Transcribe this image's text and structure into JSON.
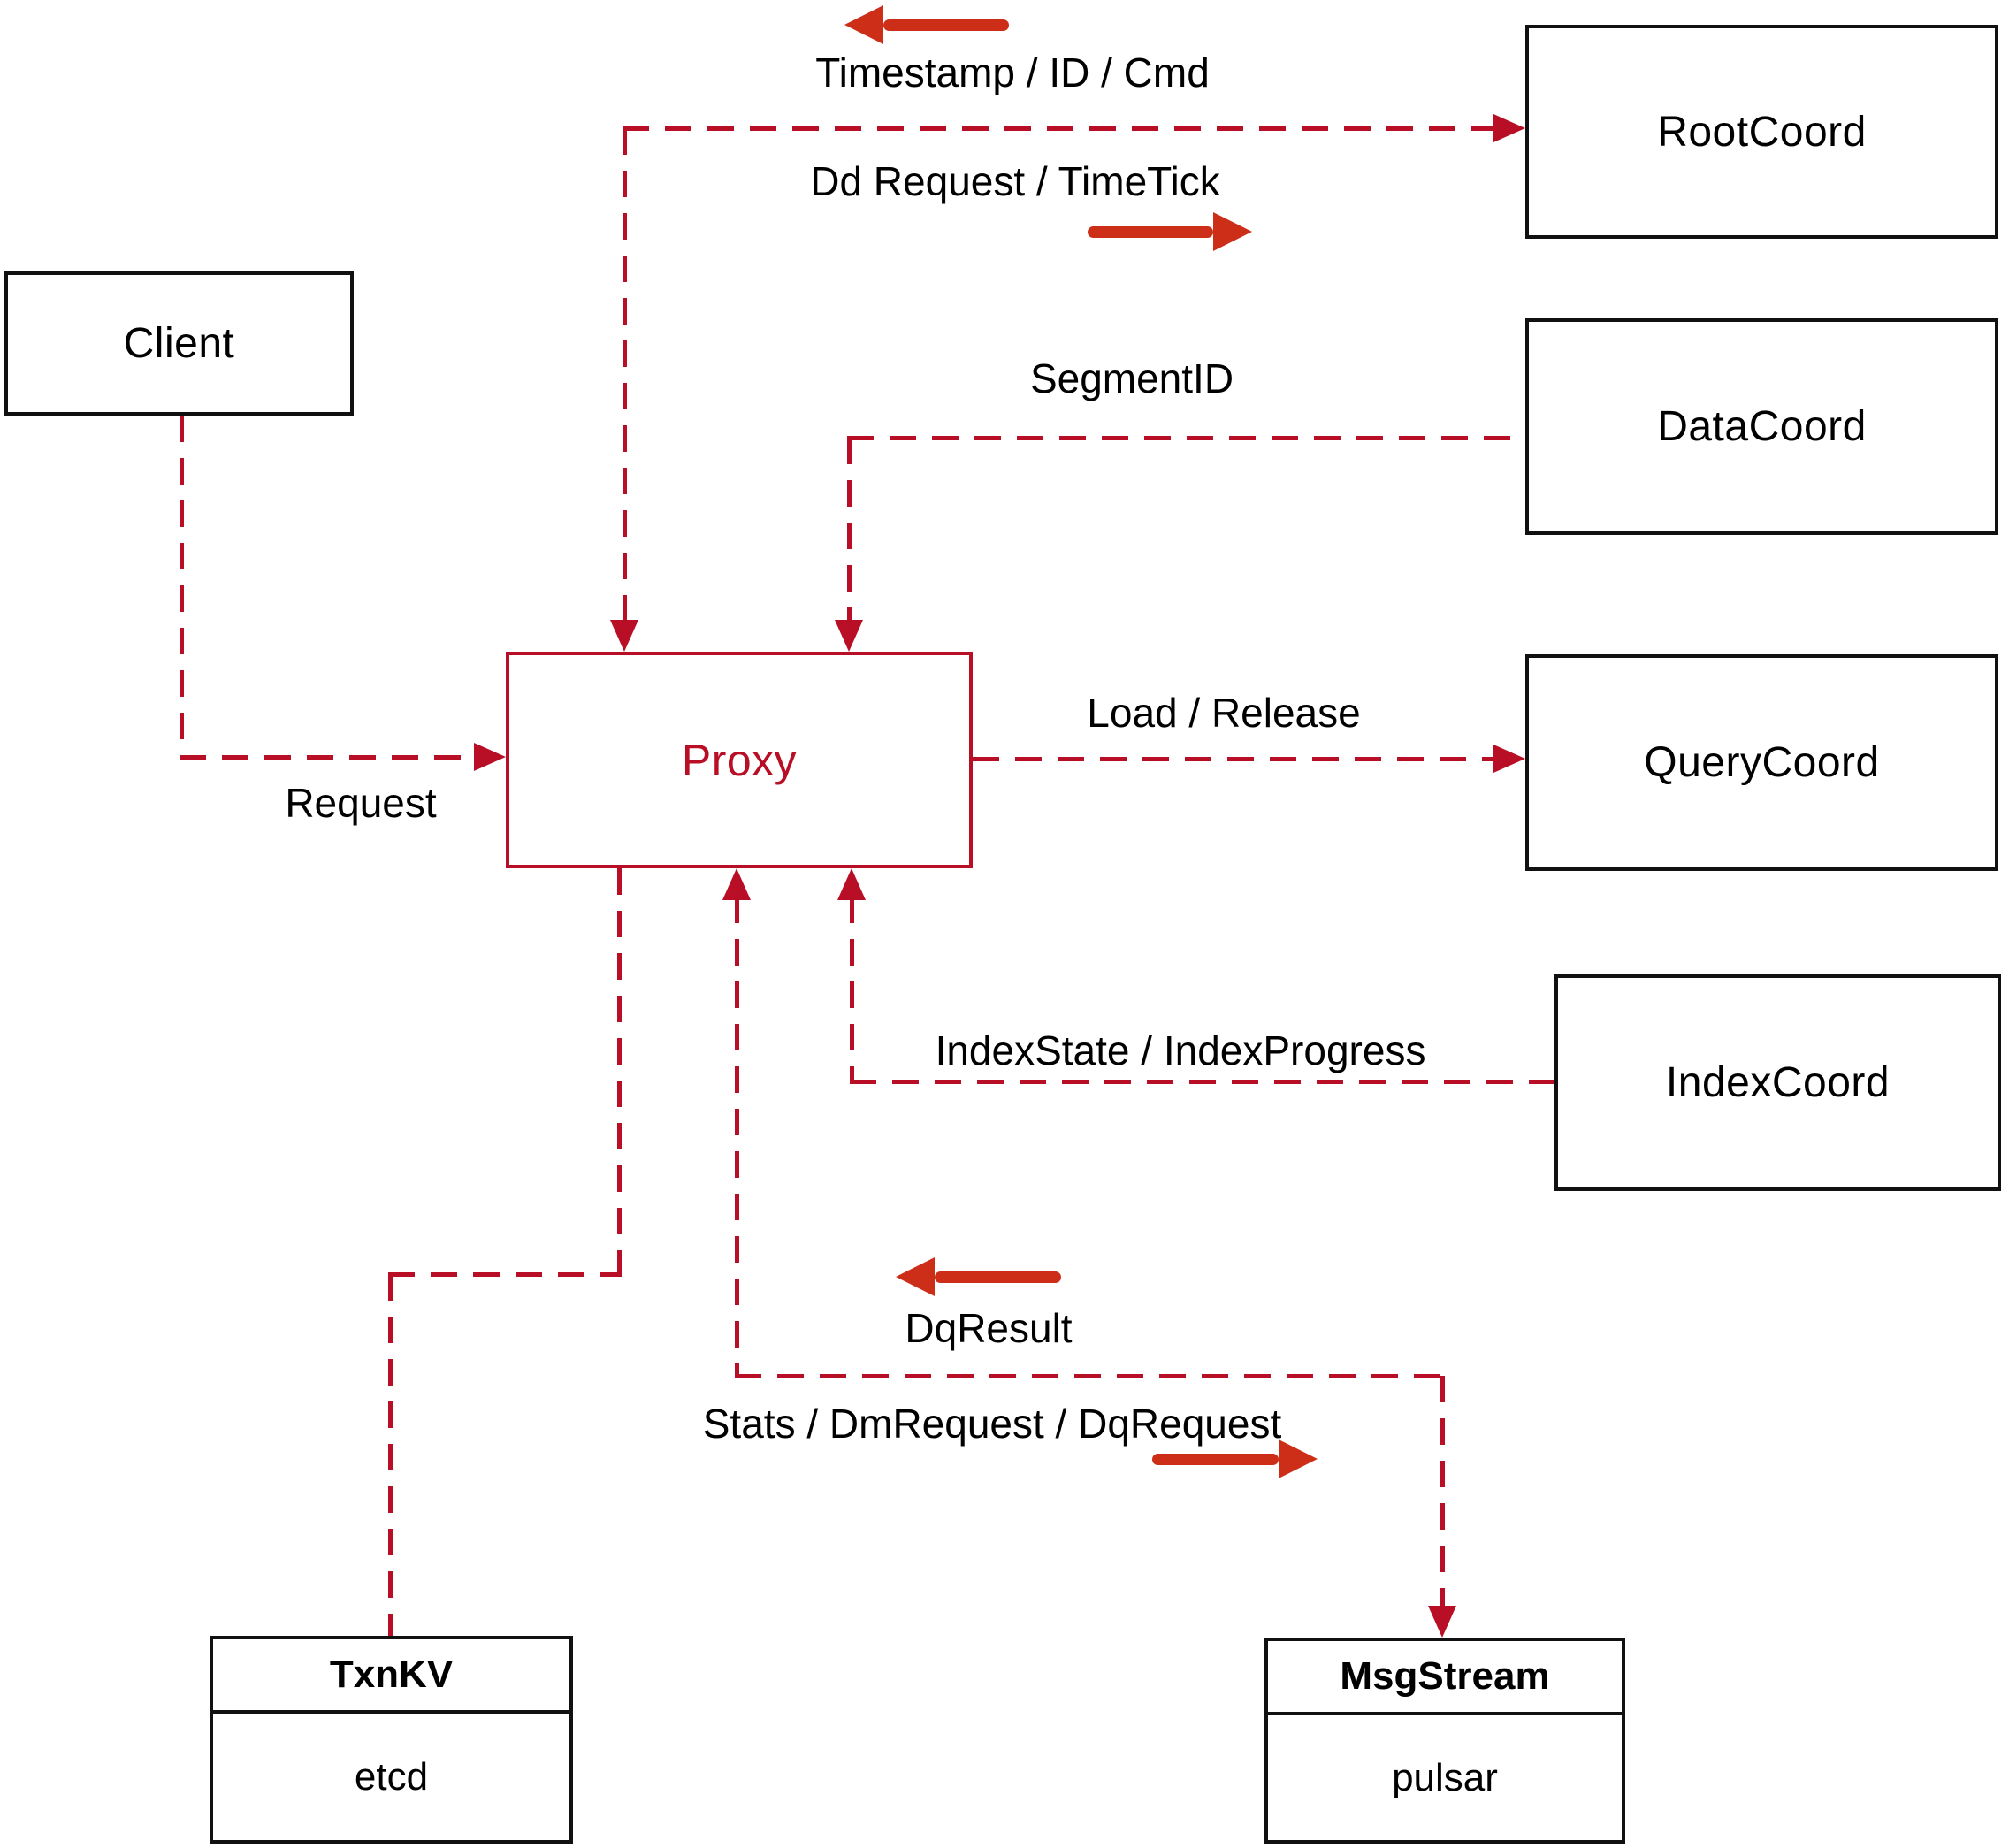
{
  "diagram": {
    "nodes": {
      "client": {
        "label": "Client"
      },
      "root_coord": {
        "label": "RootCoord"
      },
      "data_coord": {
        "label": "DataCoord"
      },
      "query_coord": {
        "label": "QueryCoord"
      },
      "index_coord": {
        "label": "IndexCoord"
      },
      "proxy": {
        "label": "Proxy"
      },
      "txn_kv": {
        "title": "TxnKV",
        "impl": "etcd"
      },
      "msg_stream": {
        "title": "MsgStream",
        "impl": "pulsar"
      }
    },
    "edge_labels": {
      "timestamp": "Timestamp / ID / Cmd",
      "dd_request": "Dd Request / TimeTick",
      "segment_id": "SegmentID",
      "request": "Request",
      "load_release": "Load / Release",
      "index_state": "IndexState / IndexProgress",
      "dq_result": "DqResult",
      "stats": "Stats / DmRequest / DqRequest"
    },
    "colors": {
      "connector_dashed": "#b80f26",
      "solid_arrow": "#cc2e18",
      "node_border": "#111111",
      "proxy_accent": "#b80f26",
      "background": "#ffffff"
    }
  }
}
